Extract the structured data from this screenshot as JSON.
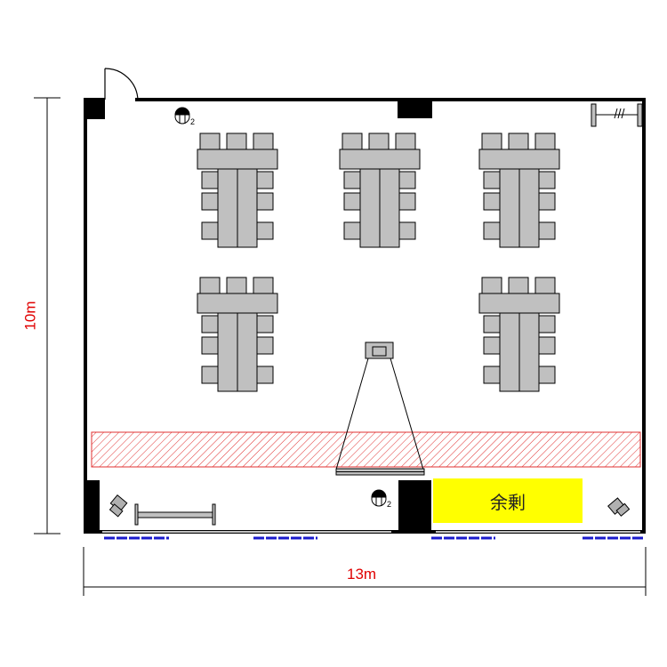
{
  "dimensions": {
    "width_label": "13m",
    "height_label": "10m"
  },
  "areas": {
    "surplus_label": "余剰"
  },
  "outlet_label": "2",
  "colors": {
    "dimension": "#e00000",
    "surplus": "#ffff00",
    "hatch": "#e03030",
    "window_blinds": "#1a1acc",
    "furniture": "#c0c0c0"
  }
}
